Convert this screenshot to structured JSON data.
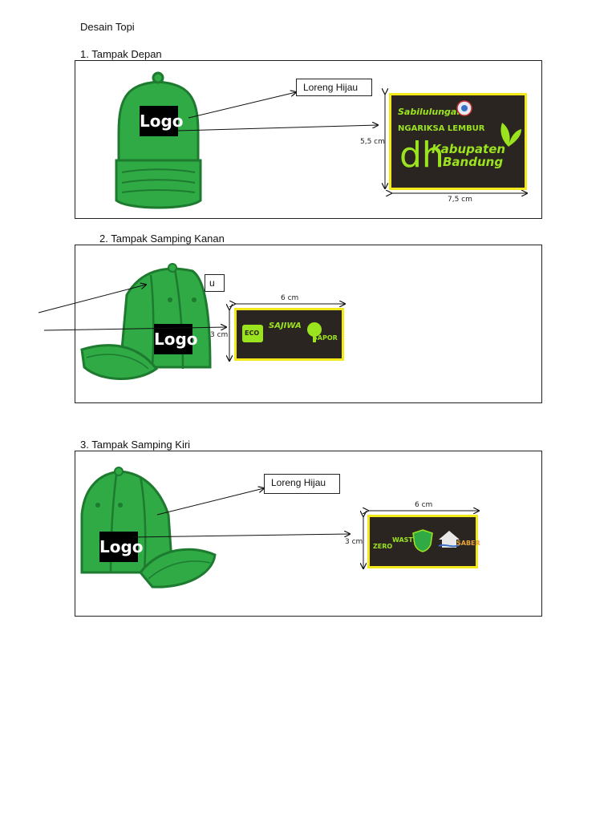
{
  "doc": {
    "title": "Desain Topi",
    "sections": [
      {
        "heading": "1.    Tampak Depan",
        "label": "Loreng Hijau",
        "logo": "Logo",
        "dim_h": "5,5 cm",
        "dim_w": "7,5 cm",
        "badge": {
          "line1": "Sabilulungan",
          "line2": "NGARIKSA LEMBUR",
          "mark": "dh",
          "line3": "Kabupaten",
          "line4": "Bandung"
        }
      },
      {
        "heading": "2.    Tampak Samping Kanan",
        "label": "u",
        "logo": "Logo",
        "dim_h": "3 cm",
        "dim_w": "6 cm",
        "badge": {
          "a": "ECO",
          "b": "SAJIWA",
          "c": "SAPOR"
        }
      },
      {
        "heading": "3. Tampak Samping Kiri",
        "label": "Loreng Hijau",
        "logo": "Logo",
        "dim_h": "3 cm",
        "dim_w": "6 cm",
        "badge": {
          "a": "ZERO",
          "b": "WASTE",
          "c": "SABER"
        }
      }
    ]
  },
  "colors": {
    "cap_green": "#2faa45",
    "cap_dark": "#1d7a2f",
    "badge_bg": "#2b2521",
    "badge_border": "#f2e81a",
    "badge_text": "#9be31f"
  }
}
